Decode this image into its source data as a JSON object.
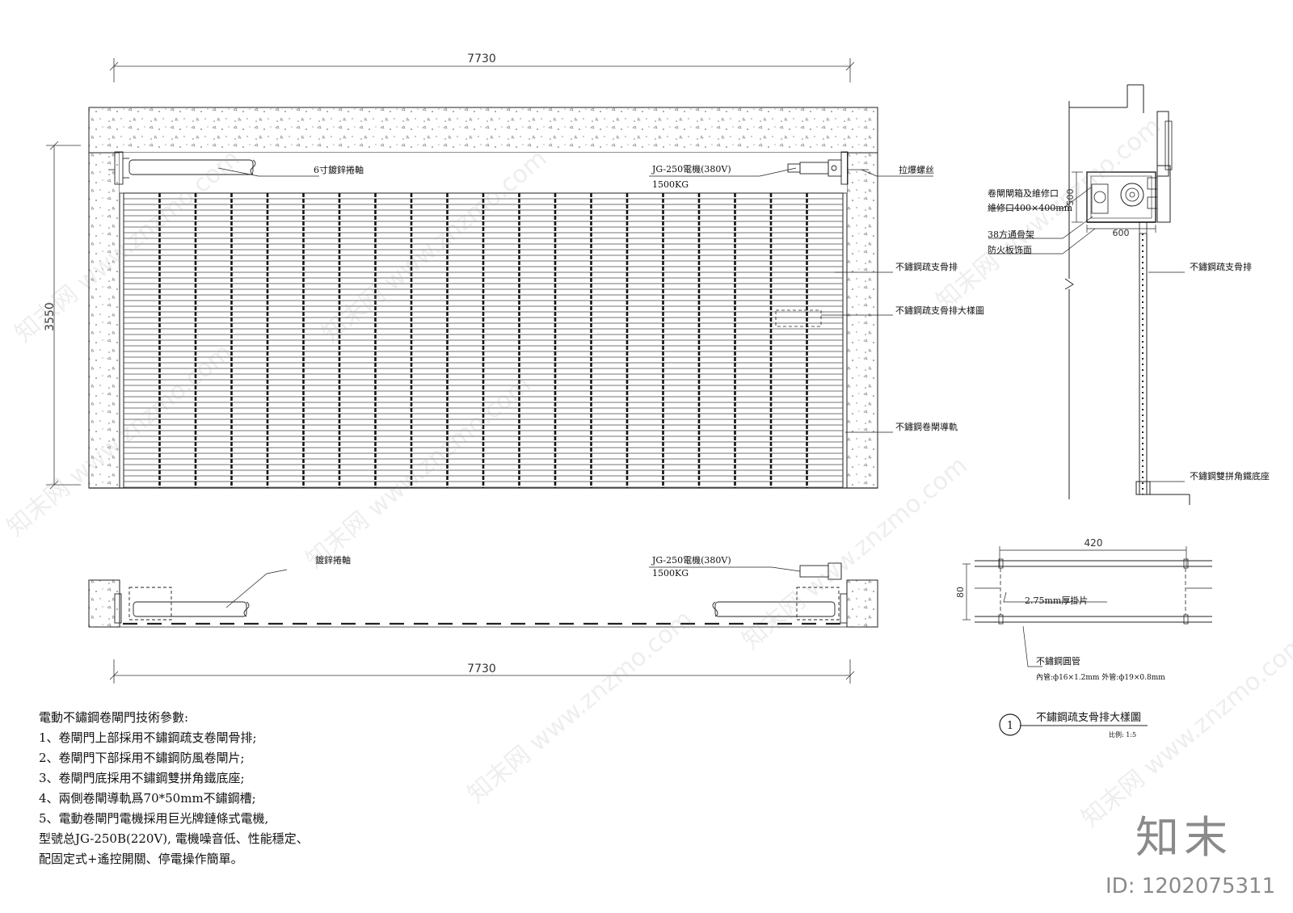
{
  "dimensions": {
    "top_width": "7730",
    "left_height": "3550",
    "bottom_width": "7730",
    "box_height": "500",
    "box_width": "600",
    "detail_width": "420",
    "detail_height": "80"
  },
  "elevation_labels": {
    "roller_shaft": "6寸鍍鋅捲軸",
    "motor_model": "JG-250電機(380V)",
    "motor_load": "1500KG",
    "expansion_bolt": "拉爆螺丝",
    "slat_row": "不鏽鋼疏支骨排",
    "detail_ref": "不鏽鋼疏支骨排大樣圖",
    "guide_rail": "不鏽鋼卷閘導軌"
  },
  "plan_labels": {
    "shaft": "鍍鋅捲軸",
    "motor_model": "JG-250電機(380V)",
    "motor_load": "1500KG"
  },
  "section_labels": {
    "box_line1": "卷閘閘箱及維修口",
    "box_line2": "維修口400×400mm",
    "frame": "38方通骨架",
    "panel": "防火板饰面",
    "slat_row": "不鏽鋼疏支骨排",
    "base": "不鏽鋼雙拼角鐵底座"
  },
  "detail": {
    "plate": "2.75mm厚掛片",
    "tube": "不鏽鋼圓管",
    "tube_spec": "內管:ф16×1.2mm 外管:ф19×0.8mm",
    "number": "1",
    "title": "不鏽鋼疏支骨排大樣圖",
    "scale": "比例: 1:5"
  },
  "notes": {
    "title": "電動不鏽鋼卷閘門技術參數:",
    "items": [
      "1、卷閘門上部採用不鏽鋼疏支卷閘骨排;",
      "2、卷閘門下部採用不鏽鋼防風卷閘片;",
      "3、卷閘門底採用不鏽鋼雙拼角鐵底座;",
      "4、兩側卷閘導軌爲70*50mm不鏽鋼槽;",
      "5、電動卷閘門電機採用巨光牌鏈條式電機,",
      "型號总JG-250B(220V), 電機噪音低、性能穩定、",
      "配固定式+遙控開關、停電操作簡單。"
    ]
  },
  "branding": {
    "logo": "知末",
    "image_id": "ID: 1202075311",
    "watermark": "知末网 www.znzmo.com"
  }
}
